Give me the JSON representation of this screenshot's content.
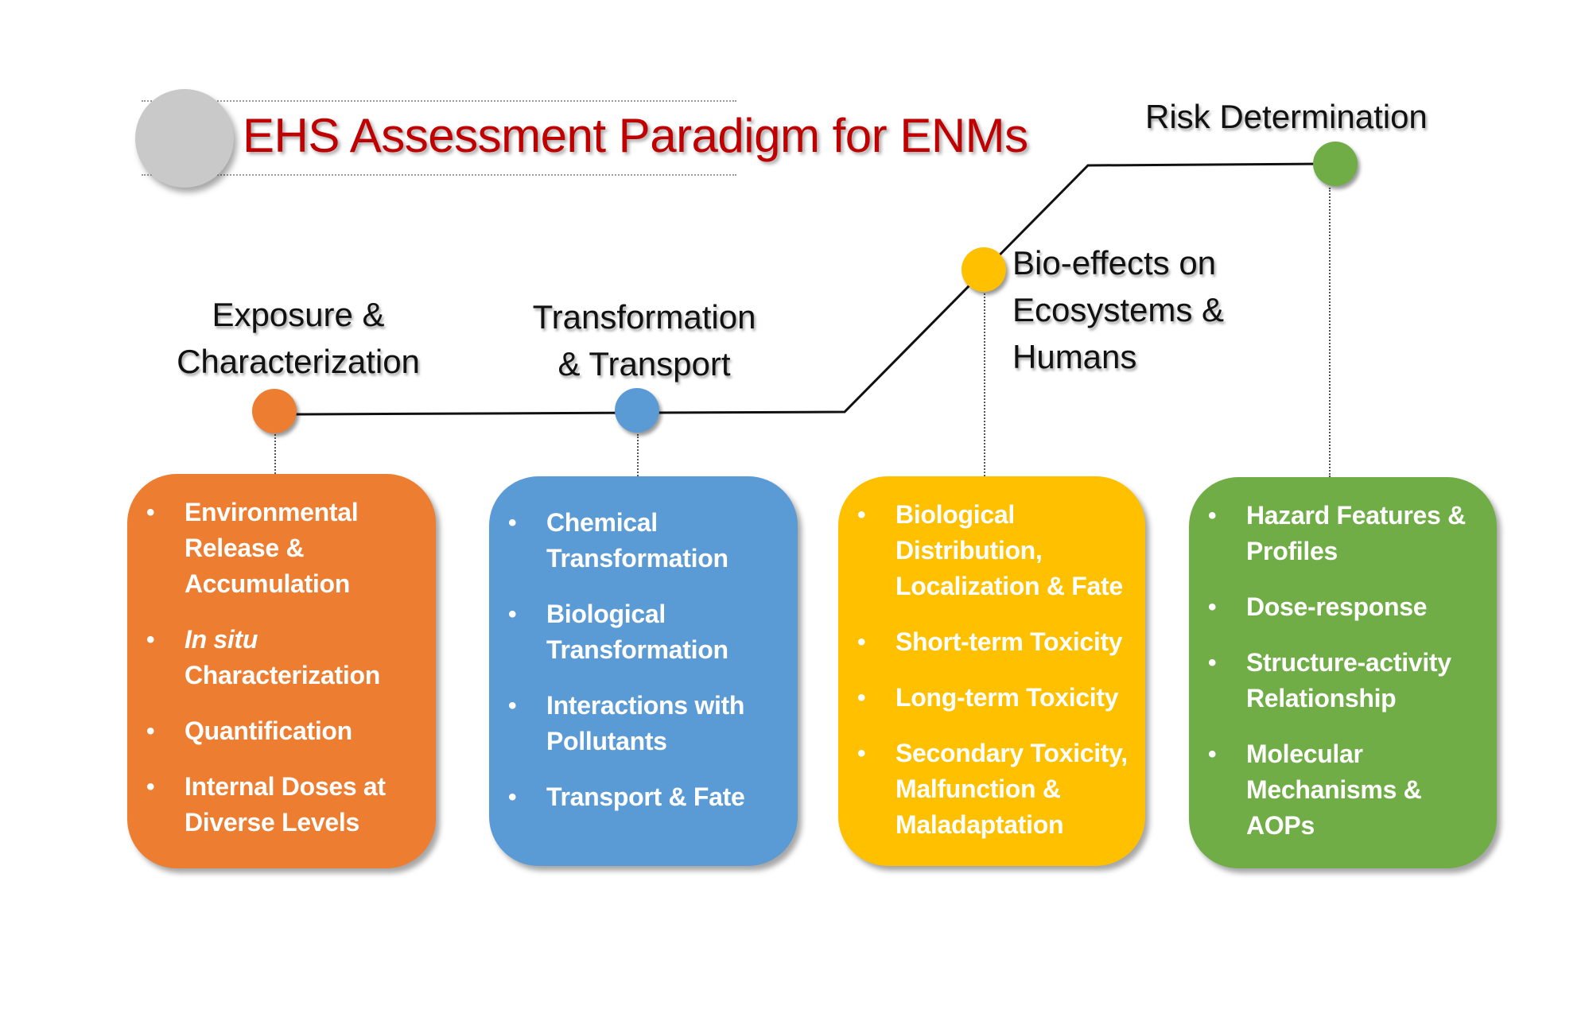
{
  "title": "EHS Assessment Paradigm for ENMs",
  "colors": {
    "title": "#C00000",
    "title_badge": "#C9C9C9",
    "exposure": "#ED7D31",
    "transformation": "#5B9BD5",
    "bioeffects": "#FFC000",
    "risk": "#70AD47"
  },
  "stages": [
    {
      "id": "exposure",
      "label_lines": [
        "Exposure &",
        "Characterization"
      ],
      "items": [
        {
          "text": "Environmental Release & Accumulation"
        },
        {
          "italic": "In situ",
          "text": "Characterization"
        },
        {
          "text": "Quantification"
        },
        {
          "text": "Internal Doses at Diverse Levels"
        }
      ]
    },
    {
      "id": "transformation",
      "label_lines": [
        "Transformation",
        "& Transport"
      ],
      "items": [
        {
          "text": "Chemical Transformation"
        },
        {
          "text": "Biological Transformation"
        },
        {
          "text": "Interactions with Pollutants"
        },
        {
          "text": "Transport & Fate"
        }
      ]
    },
    {
      "id": "bioeffects",
      "label_lines": [
        "Bio-effects on",
        "Ecosystems &",
        "Humans"
      ],
      "items": [
        {
          "text": "Biological Distribution, Localization & Fate"
        },
        {
          "text": "Short-term Toxicity"
        },
        {
          "text": "Long-term Toxicity"
        },
        {
          "text": "Secondary Toxicity, Malfunction & Maladaptation"
        }
      ]
    },
    {
      "id": "risk",
      "label_lines": [
        "Risk Determination"
      ],
      "items": [
        {
          "text": "Hazard Features & Profiles"
        },
        {
          "text": "Dose-response"
        },
        {
          "text": "Structure-activity Relationship"
        },
        {
          "text": "Molecular Mechanisms  & AOPs"
        }
      ]
    }
  ],
  "bullet_glyph": "•"
}
